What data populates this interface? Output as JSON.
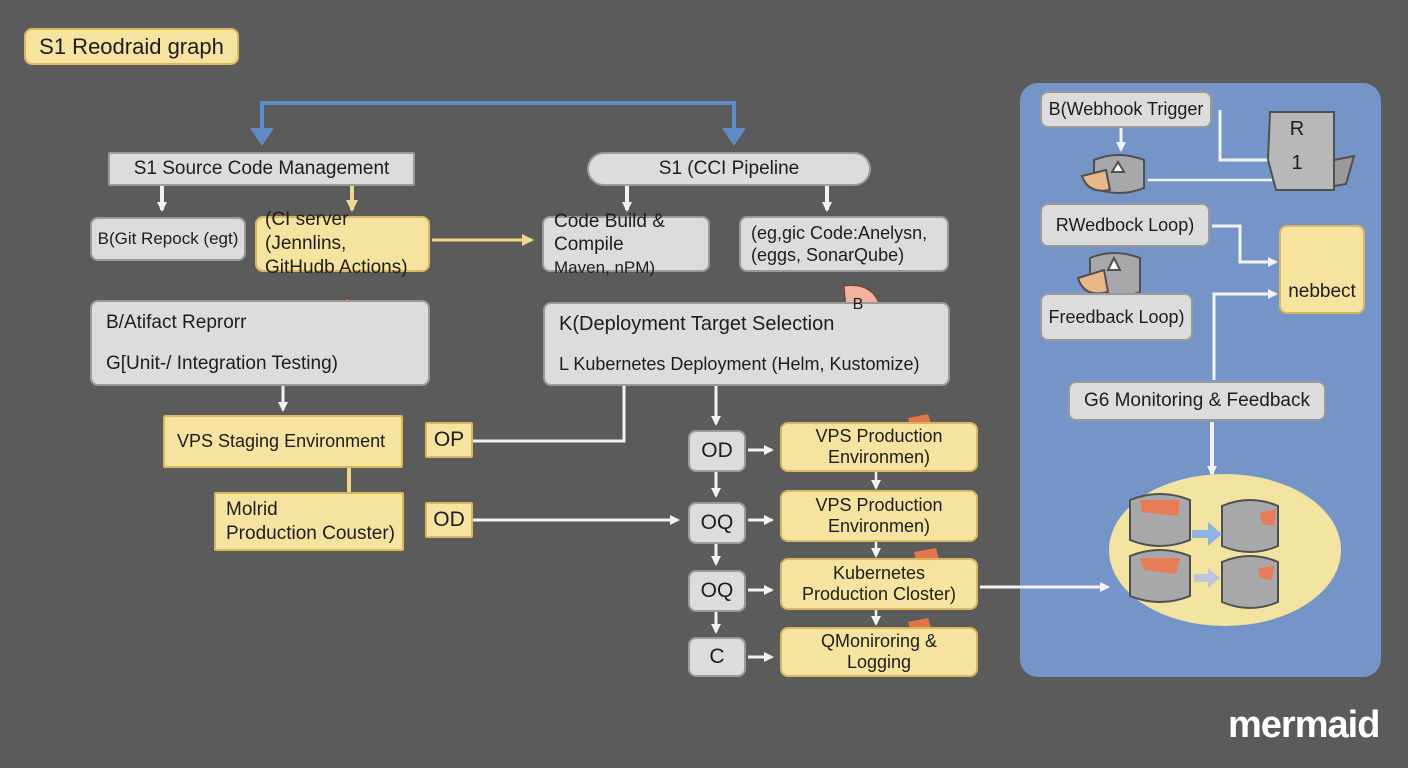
{
  "title": "S1 Reodraid graph",
  "brand": "mermaid",
  "nodes": {
    "source_code_mgmt": "S1 Source Code Management",
    "ci_pipeline": "S1 (CCI Pipeline",
    "git_repo": "B(Git Repock (egt)",
    "ci_server_l1": "(CI server (Jennlins,",
    "ci_server_l2": "GitHudb Actions)",
    "code_build_l1": "Code Build & Compile",
    "code_build_l2": "Maven, nPM)",
    "code_analysis_l1": "(eg,gic Code:Anelysn,",
    "code_analysis_l2": "(eggs, SonarQube)",
    "artifact_repo": "B/Atifact Reprorr",
    "unit_testing": "G[Unit-/ Integration Testing)",
    "deploy_target": "K(Deployment Target Selection",
    "k8s_deploy": "L Kubernetes Deployment (Helm, Kustomize)",
    "vps_staging": "VPS Staging Environment",
    "op_left": "OP",
    "molrid_l1": "Molrid",
    "molrid_l2": "Production Couster)",
    "od_left": "OD",
    "od_mid": "OD",
    "oq_1": "OQ",
    "oq_2": "OQ",
    "c_node": "C",
    "vps_prod1_l1": "VPS Production",
    "vps_prod1_l2": "Environmen)",
    "vps_prod2_l1": "VPS Production",
    "vps_prod2_l2": "Environmen)",
    "k8s_prod_l1": "Kubernetes",
    "k8s_prod_l2": "Production Closter)",
    "monitoring_l1": "QMoniroring &",
    "monitoring_l2": "Logging",
    "webhook_trigger": "B(Webhook Trigger",
    "r_box": "R",
    "one_box": "1",
    "wedbock_loop": "RWedbock Loop)",
    "feedback_loop": "Freedback Loop)",
    "nebbect": "nebbect",
    "monitoring_feedback": "G6 Monitoring & Feedback",
    "b_badge": "B"
  },
  "colors": {
    "background": "#5b5b5b",
    "gray_node": "#dcdcdc",
    "yellow_node": "#f7e3a0",
    "panel": "#7595c8",
    "ellipse": "#f2e3a0",
    "blue_arrow": "#5d8cc7",
    "yellow_arrow": "#f1d98a",
    "white_arrow": "#f2f2f2",
    "orange_icon": "#e4744a"
  }
}
